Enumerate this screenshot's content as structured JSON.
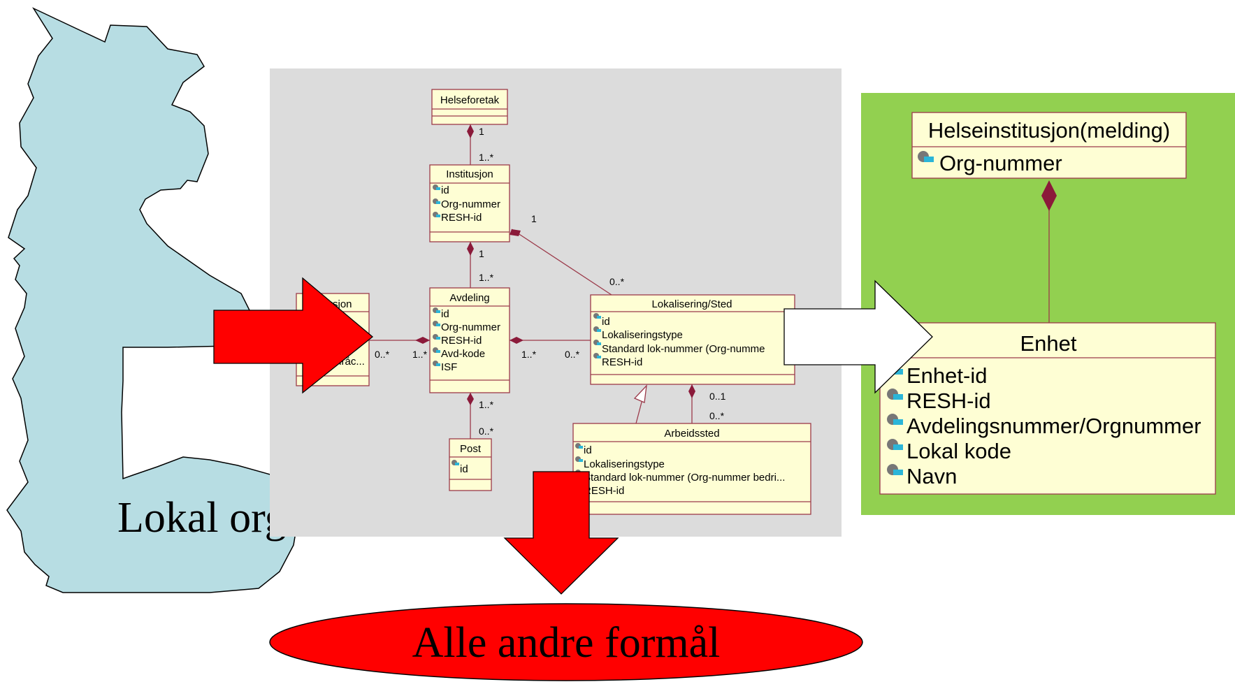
{
  "colors": {
    "silhouette": "#b7dde3",
    "umlPanel": "#dcdcdc",
    "greenPanel": "#92d050",
    "umlBox": "#fefed4",
    "umlBorder": "#9b3a4a",
    "redArrow": "#ff0000",
    "whiteArrow": "#ffffff"
  },
  "silhouette": {
    "text": "Lokal org"
  },
  "uml": {
    "helseforetak": {
      "title": "Helseforetak"
    },
    "institusjon": {
      "title": "Institusjon",
      "attrs": [
        "id",
        "Org-nummer",
        "RESH-id"
      ]
    },
    "avdeling": {
      "title": "Avdeling",
      "attrs": [
        "id",
        "Org-nummer",
        "RESH-id",
        "Avd-kode",
        "ISF"
      ]
    },
    "funksjon": {
      "title": "ksjon",
      "attrs": [
        "d",
        "mråc..."
      ]
    },
    "lokalisering": {
      "title": "Lokalisering/Sted",
      "attrs": [
        "id",
        "Lokaliseringstype",
        "Standard lok-nummer (Org-numme",
        "RESH-id"
      ]
    },
    "post": {
      "title": "Post",
      "attrs": [
        "id"
      ]
    },
    "arbeidssted": {
      "title": "Arbeidssted",
      "attrs": [
        "id",
        "Lokaliseringstype",
        "Standard lok-nummer (Org-nummer bedri...",
        "RESH-id"
      ]
    },
    "multiplicities": {
      "hf_inst_top": "1",
      "hf_inst_bottom": "1..*",
      "inst_lok_top": "1",
      "inst_lok_bottom": "0..*",
      "inst_avd_top": "1",
      "inst_avd_bottom": "1..*",
      "funk_left": "0..*",
      "funk_right": "1..*",
      "avd_lok_left": "1..*",
      "avd_lok_right": "0..*",
      "avd_post_top": "1..*",
      "avd_post_bottom": "0..*",
      "lok_arb_top": "0..1",
      "lok_arb_bottom": "0..*"
    }
  },
  "green": {
    "helseinstitusjon": {
      "title": "Helseinstitusjon(melding)",
      "attrs": [
        "Org-nummer"
      ]
    },
    "enhet": {
      "title": "Enhet",
      "attrs": [
        "Enhet-id",
        "RESH-id",
        "Avdelingsnummer/Orgnummer",
        "Lokal kode",
        "Navn"
      ]
    }
  },
  "ellipse": {
    "text": "Alle andre formål"
  }
}
